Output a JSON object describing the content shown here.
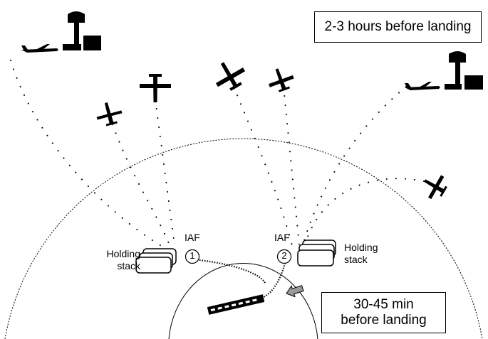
{
  "boxes": {
    "top": "2-3 hours before landing",
    "bottom_line1": "30-45 min",
    "bottom_line2": "before landing"
  },
  "labels": {
    "iaf_left": "IAF",
    "iaf_right": "IAF",
    "holding_left_line1": "Holding",
    "holding_left_line2": "stack",
    "holding_right_line1": "Holding",
    "holding_right_line2": "stack",
    "fix1": "1",
    "fix2": "2"
  },
  "icons": [
    "control-tower-icon",
    "airplane-icon",
    "runway-icon",
    "arrow-icon"
  ]
}
